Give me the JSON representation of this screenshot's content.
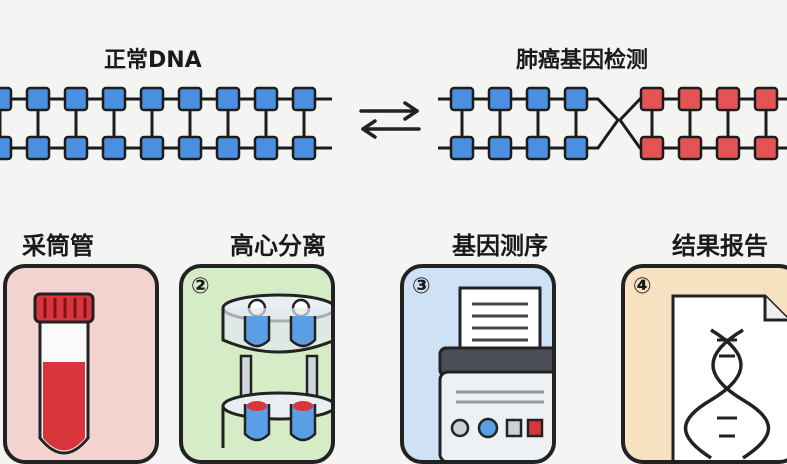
{
  "diagram": {
    "normal_title": "正常DNA",
    "cancer_title": "肺癌基因检测",
    "colors": {
      "normal_base": "#4a8fe0",
      "mutant_base": "#e45454",
      "strand": "#1c1c1c",
      "panel1_bg": "#f3d3d0",
      "panel2_bg": "#d6ecc7",
      "panel3_bg": "#cfe1f5",
      "panel4_bg": "#f6e1c0"
    },
    "arrow_icon": "equilibrium-arrows-icon"
  },
  "steps": [
    {
      "label": "采筒管",
      "number": "",
      "icon": "blood-tube-icon"
    },
    {
      "label": "高心分离",
      "number": "②",
      "icon": "centrifuge-icon"
    },
    {
      "label": "基因测序",
      "number": "③",
      "icon": "sequencer-icon"
    },
    {
      "label": "结果报告",
      "number": "④",
      "icon": "dna-report-icon"
    }
  ]
}
